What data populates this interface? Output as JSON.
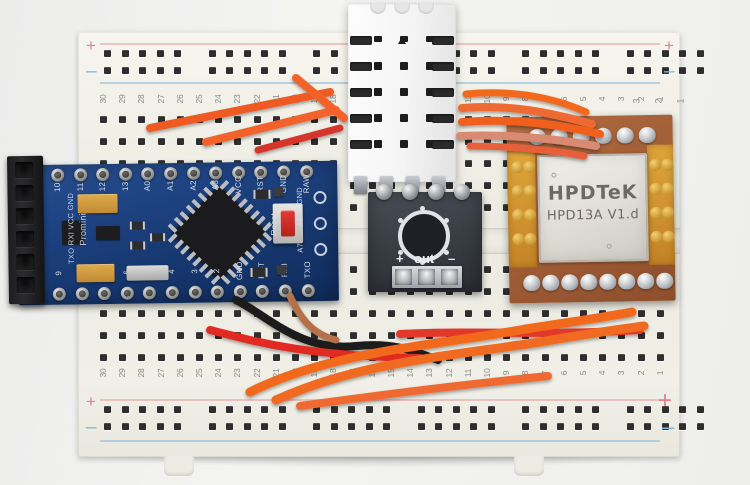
{
  "scene": {
    "title": "Arduino Pro Mini with DHT22 sensor and HPD13A RF module on a solderless breadboard",
    "background_color": "#f0f0ee"
  },
  "breadboard": {
    "name": "solderless-breadboard",
    "body_color": "#f1f0e8",
    "rail_plus_symbol": "+",
    "rail_minus_symbol": "–",
    "rail_plus_color": "#e2818b",
    "rail_minus_color": "#7fb7d8",
    "top_column_numbers": [
      "30",
      "29",
      "28",
      "27",
      "26",
      "25",
      "24",
      "23",
      "22",
      "21",
      "20",
      "19",
      "18",
      "17",
      "16",
      "15",
      "14",
      "13",
      "12",
      "11",
      "10",
      "9",
      "8",
      "7",
      "6",
      "5",
      "4",
      "3",
      "2",
      "1"
    ],
    "bottom_column_numbers": [
      "30",
      "29",
      "28",
      "27",
      "26",
      "25",
      "24",
      "23",
      "22",
      "21",
      "20",
      "19",
      "18",
      "17",
      "16",
      "15",
      "14",
      "13",
      "12",
      "11",
      "10",
      "9",
      "8",
      "7",
      "6",
      "5",
      "4",
      "3",
      "2",
      "1"
    ]
  },
  "arduino": {
    "name": "arduino-pro-mini",
    "board_silk_name": "Promini",
    "pcb_color": "#1f4484",
    "reset_label": "Reset",
    "extra_pin_labels": [
      "GND",
      "A6",
      "A7"
    ],
    "top_pin_labels": [
      "RAW",
      "GND",
      "RST",
      "VCC",
      "A3",
      "A2",
      "A1",
      "A0",
      "13",
      "12",
      "11",
      "10"
    ],
    "bottom_pin_labels": [
      "TXO",
      "RXI",
      "RST",
      "GND",
      "2",
      "3",
      "4",
      "5",
      "6",
      "7",
      "8",
      "9"
    ],
    "ftdi_header_label": "TXO RXI VCC GND",
    "ftdi_header_pins": 6,
    "reset_button_color": "#c6271f"
  },
  "dht": {
    "name": "dht22-temperature-humidity-sensor",
    "housing_color": "#fbfbfb",
    "leg_count": 4
  },
  "module": {
    "name": "sensor-module",
    "body_color": "#3a3e46",
    "labels": {
      "plus": "+",
      "out": "out",
      "minus": "–"
    },
    "terminal_count": 3,
    "top_pin_count": 4
  },
  "rf_module": {
    "name": "hpd13a-rf-module",
    "brand_text": "HPDTeK",
    "part_text": "HPD13A V1.d",
    "shield_can_color": "#e6e3dd",
    "pcb_color": "#a25f37",
    "pin_numbers_visible": [
      "3",
      "2",
      "1"
    ],
    "top_pin_count": 6,
    "bottom_pin_count": 8
  },
  "wires": [
    {
      "name": "wire-orange-top-left-a",
      "color": "#f2622a",
      "role": "signal"
    },
    {
      "name": "wire-orange-top-left-b",
      "color": "#ef5a20",
      "role": "signal"
    },
    {
      "name": "wire-red-top-left",
      "color": "#d6352a",
      "role": "power"
    },
    {
      "name": "wire-orange-top-right-a",
      "color": "#f0601f",
      "role": "signal"
    },
    {
      "name": "wire-orange-top-right-b",
      "color": "#ef6a30",
      "role": "signal"
    },
    {
      "name": "wire-salmon-top-right",
      "color": "#d98a72",
      "role": "signal"
    },
    {
      "name": "wire-black-bottom",
      "color": "#1a1a1a",
      "role": "ground"
    },
    {
      "name": "wire-red-bottom-a",
      "color": "#e02b20",
      "role": "power"
    },
    {
      "name": "wire-red-bottom-b",
      "color": "#e2392c",
      "role": "power"
    },
    {
      "name": "wire-orange-bottom-long-a",
      "color": "#f2691f",
      "role": "signal"
    },
    {
      "name": "wire-orange-bottom-long-b",
      "color": "#f06a24",
      "role": "signal"
    },
    {
      "name": "wire-brown-bottom",
      "color": "#b5714a",
      "role": "signal"
    }
  ]
}
